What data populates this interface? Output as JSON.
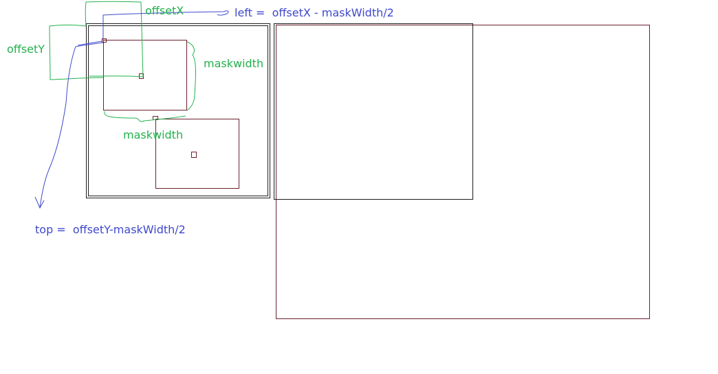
{
  "labels": {
    "offset_x": "offsetX",
    "offset_y": "offsetY",
    "mask_width_right": "maskwidth",
    "mask_width_bottom": "maskwidth",
    "left_formula": "left =  offsetX - maskWidth/2",
    "top_formula": "top =  offsetY-maskWidth/2"
  },
  "colors": {
    "annotation_green": "#22b14c",
    "annotation_blue": "#3f48cc",
    "box_dark_red": "#6b1f2e",
    "box_black": "#1a1a1a"
  }
}
